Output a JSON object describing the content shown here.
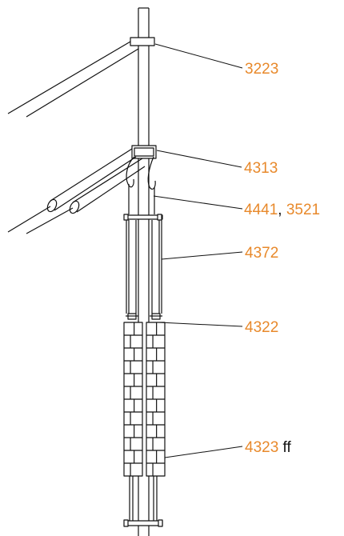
{
  "diagram": {
    "colors": {
      "line": "#111111",
      "label_accent": "#e8892b",
      "label_plain": "#111111",
      "background": "#ffffff"
    },
    "callouts": [
      {
        "id": "callout-3223",
        "parts": [
          {
            "text": "3223",
            "color": "accent"
          }
        ]
      },
      {
        "id": "callout-4313",
        "parts": [
          {
            "text": "4313",
            "color": "accent"
          }
        ]
      },
      {
        "id": "callout-4441-3521",
        "parts": [
          {
            "text": "4441",
            "color": "accent"
          },
          {
            "text": ", ",
            "color": "plain"
          },
          {
            "text": "3521",
            "color": "accent"
          }
        ]
      },
      {
        "id": "callout-4372",
        "parts": [
          {
            "text": "4372",
            "color": "accent"
          }
        ]
      },
      {
        "id": "callout-4322",
        "parts": [
          {
            "text": "4322",
            "color": "accent"
          }
        ]
      },
      {
        "id": "callout-4323",
        "parts": [
          {
            "text": "4323",
            "color": "accent"
          },
          {
            "text": " ff",
            "color": "plain"
          }
        ]
      }
    ]
  }
}
